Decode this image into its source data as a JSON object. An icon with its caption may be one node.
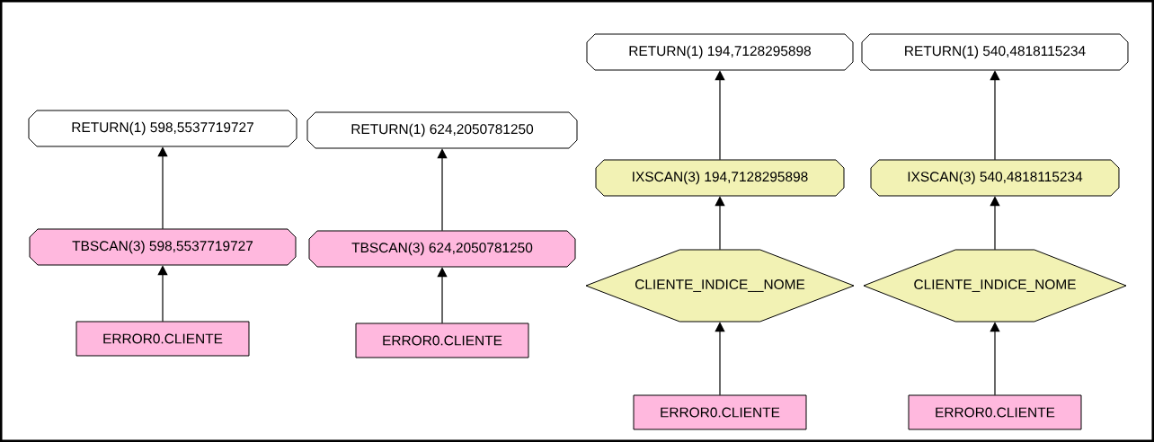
{
  "diagram": {
    "nodes": [
      {
        "text": [
          "RETURN(1) 598,5537719727"
        ]
      },
      {
        "text": [
          "TBSCAN(3) 598,5537719727"
        ]
      },
      {
        "text": [
          "ERROR0.CLIENTE"
        ]
      },
      {
        "text": [
          "RETURN(1) 624,2050781250"
        ]
      },
      {
        "text": [
          "TBSCAN(3) 624,2050781250"
        ]
      },
      {
        "text": [
          "ERROR0.CLIENTE"
        ]
      },
      {
        "text": [
          "RETURN(1) 194,7128295898"
        ]
      },
      {
        "text": [
          "IXSCAN(3) 194,7128295898"
        ]
      },
      {
        "text": [
          "CLIENTE_INDICE__NOME"
        ]
      },
      {
        "text": [
          "ERROR0.CLIENTE"
        ]
      },
      {
        "text": [
          "RETURN(1) 540,4818115234"
        ]
      },
      {
        "text": [
          "IXSCAN(3) 540,4818115234"
        ]
      },
      {
        "text": [
          "CLIENTE_INDICE_NOME"
        ]
      },
      {
        "text": [
          "ERROR0.CLIENTE"
        ]
      }
    ],
    "edges": [
      {
        "from": 1,
        "to": 0,
        "arrow": "to"
      },
      {
        "from": 2,
        "to": 1,
        "arrow": "to"
      },
      {
        "from": 4,
        "to": 3,
        "arrow": "to"
      },
      {
        "from": 5,
        "to": 4,
        "arrow": "to"
      },
      {
        "from": 7,
        "to": 6,
        "arrow": "to"
      },
      {
        "from": 8,
        "to": 7,
        "arrow": "to"
      },
      {
        "from": 9,
        "to": 8,
        "arrow": "to"
      },
      {
        "from": 11,
        "to": 10,
        "arrow": "to"
      },
      {
        "from": 12,
        "to": 11,
        "arrow": "to"
      },
      {
        "from": 13,
        "to": 12,
        "arrow": "to"
      }
    ]
  }
}
